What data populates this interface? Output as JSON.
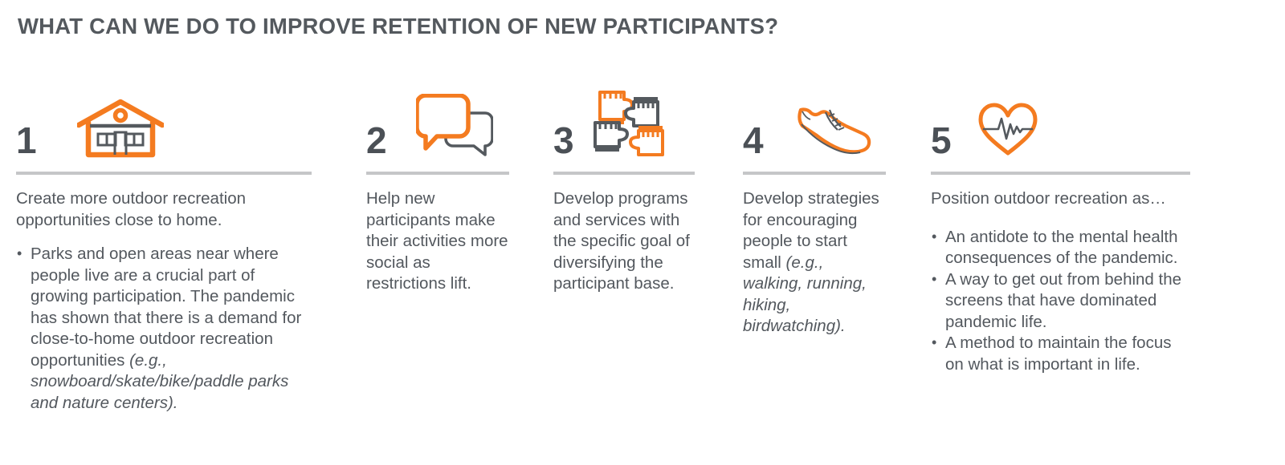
{
  "title": "WHAT CAN WE DO TO IMPROVE RETENTION OF NEW PARTICIPANTS?",
  "colors": {
    "accent_orange": "#f47b20",
    "text_gray": "#53585e",
    "number_gray": "#4b5056",
    "divider_gray": "#c5c6c8",
    "background": "#ffffff"
  },
  "columns": [
    {
      "number": "1",
      "icon": "house-icon",
      "lead": "Create more outdoor recreation opportunities close to home.",
      "bullets": [
        {
          "plain": "Parks and open areas near where people live are a crucial part of growing participation. The pandemic has shown that there is a demand for close-to-home outdoor recreation opportunities ",
          "italic": "(e.g., snowboard/skate/bike/paddle parks and nature centers)."
        }
      ]
    },
    {
      "number": "2",
      "icon": "speech-bubbles-icon",
      "lead": "Help new participants make their activities more social as restrictions lift.",
      "bullets": []
    },
    {
      "number": "3",
      "icon": "four-hands-icon",
      "lead": "Develop programs and services with the specific goal of diversifying the participant base.",
      "bullets": []
    },
    {
      "number": "4",
      "icon": "running-shoe-icon",
      "lead_plain": "Develop strategies for encouraging people to start small ",
      "lead_italic": "(e.g., walking, running, hiking, birdwatching).",
      "lead": "Develop strategies for encouraging people to start small (e.g., walking, running, hiking, birdwatching).",
      "bullets": []
    },
    {
      "number": "5",
      "icon": "heart-pulse-icon",
      "lead": "Position outdoor recreation as…",
      "bullets": [
        {
          "plain": "An antidote to the mental health consequences of the pandemic.",
          "italic": ""
        },
        {
          "plain": "A way to get out from behind the screens that have dominated pandemic life.",
          "italic": ""
        },
        {
          "plain": "A method to maintain the focus on what is important in life.",
          "italic": ""
        }
      ]
    }
  ]
}
